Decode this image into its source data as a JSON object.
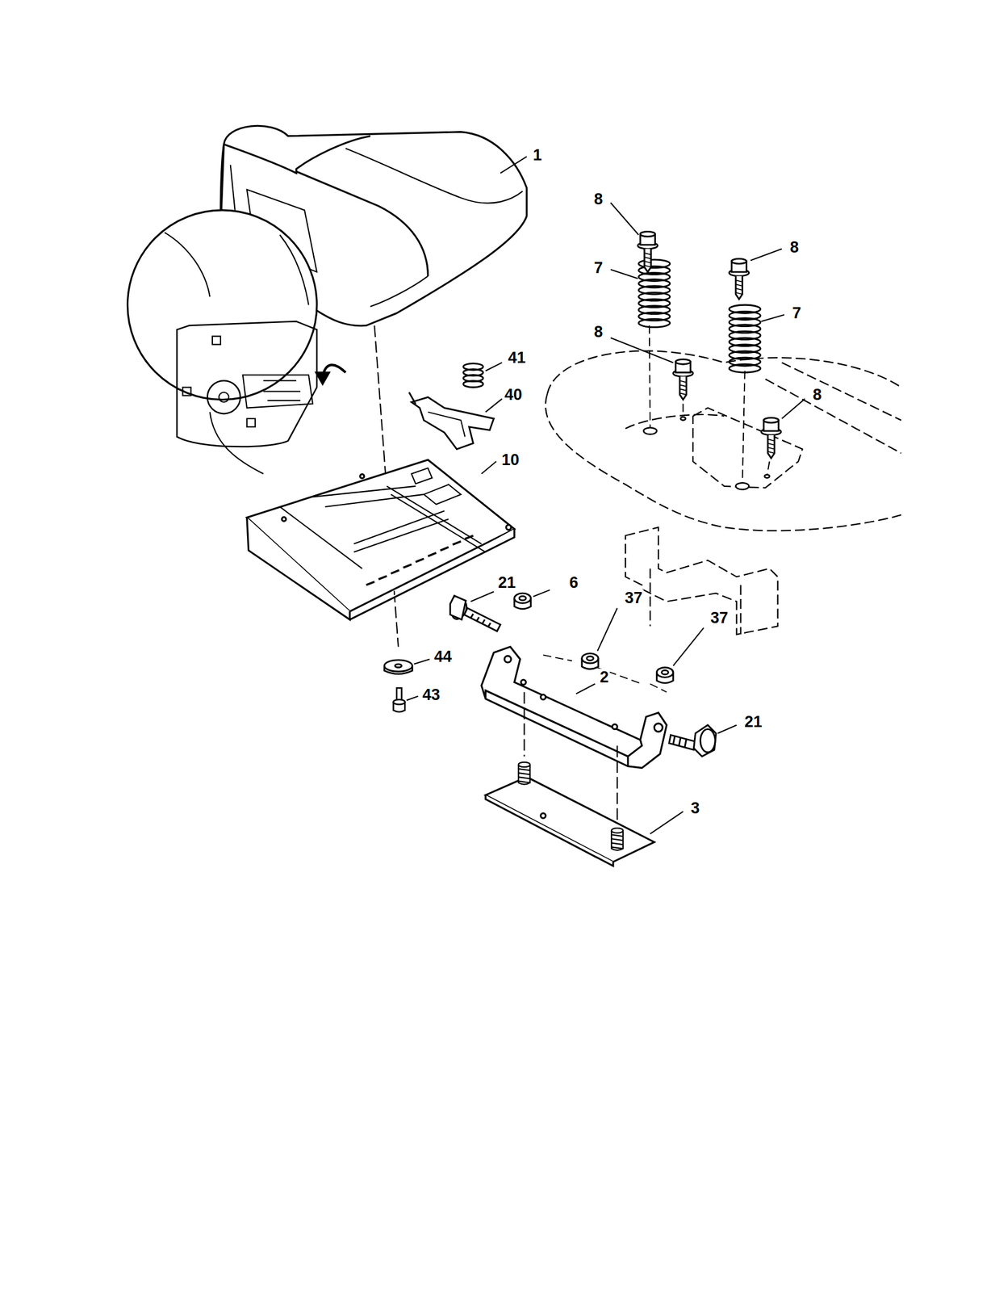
{
  "diagram": {
    "labels": [
      "1",
      "8",
      "8",
      "7",
      "7",
      "8",
      "8",
      "41",
      "40",
      "10",
      "21",
      "6",
      "37",
      "37",
      "44",
      "43",
      "2",
      "21",
      "3"
    ]
  }
}
